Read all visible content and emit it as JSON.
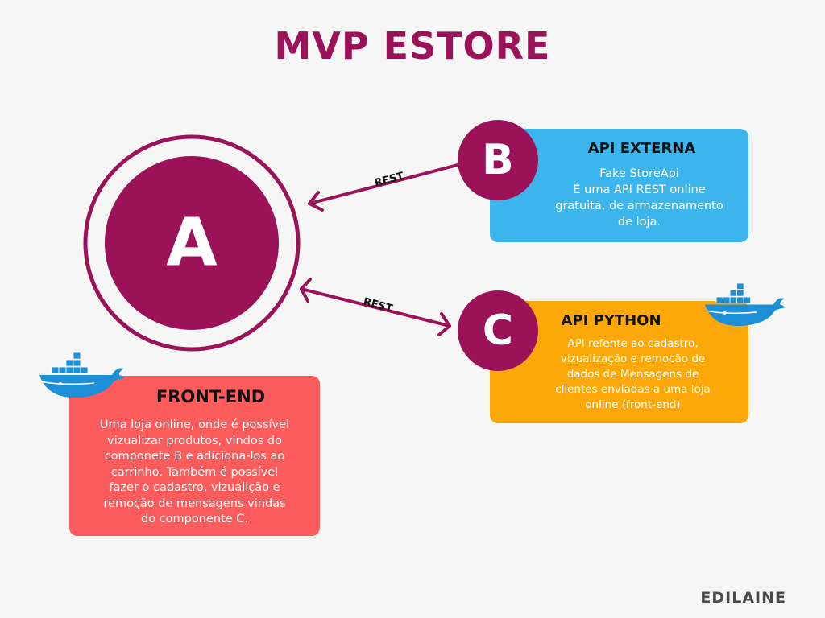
{
  "title": "MVP ESTORE",
  "nodes": {
    "a": {
      "letter": "A"
    },
    "b": {
      "letter": "B"
    },
    "c": {
      "letter": "C"
    }
  },
  "edges": [
    {
      "from": "b",
      "to": "a",
      "label": "REST",
      "direction": "to-a"
    },
    {
      "from": "a",
      "to": "c",
      "label": "REST",
      "direction": "both"
    }
  ],
  "cards": {
    "api_externa": {
      "title": "API EXTERNA",
      "lines": [
        "Fake StoreApi",
        "É uma API REST online",
        "gratuita, de armazenamento",
        "de loja."
      ]
    },
    "api_python": {
      "title": "API PYTHON",
      "lines": [
        "API refente ao cadastro,",
        "vizualização e remocão de",
        "dados de Mensagens de",
        "clientes enviadas a uma loja",
        "online (front-end)"
      ]
    },
    "front_end": {
      "title": "FRONT-END",
      "lines": [
        "Uma loja online, onde é possível",
        "vizualizar produtos, vindos do",
        "componete B e adiciona-los ao",
        "carrinho. Também é possível",
        "fazer o cadastro, vizualição e",
        "remoção de mensagens vindas",
        "do componente C."
      ]
    }
  },
  "icons": [
    "docker-whale-icon",
    "docker-whale-icon"
  ],
  "signature": "EDILAINE",
  "colors": {
    "primary": "#9b1259",
    "card_blue": "#3cb5ec",
    "card_orange": "#fba808",
    "card_red": "#fd5c5d",
    "docker_blue": "#1d8fd6"
  }
}
